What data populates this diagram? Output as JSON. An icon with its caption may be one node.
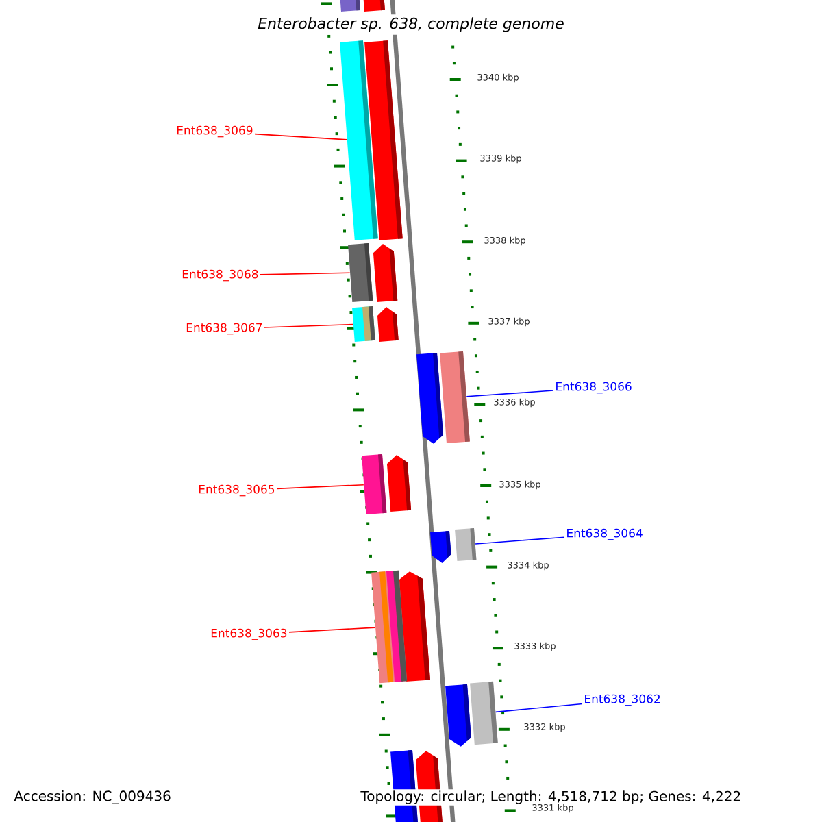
{
  "diagram": {
    "title": "Enterobacter sp. 638, complete genome",
    "nodes": [
      {
        "text": [
          "Ent638_3069"
        ]
      },
      {
        "text": [],
        "shape": "bar"
      },
      {
        "text": [
          "Ent638_3068"
        ]
      },
      {
        "text": [],
        "shape": "bar"
      },
      {
        "text": [
          "Ent638_3067"
        ]
      },
      {
        "text": [],
        "shape": "bar"
      },
      {
        "text": [
          "Ent638_3066"
        ]
      },
      {
        "text": [],
        "shape": "bar"
      },
      {
        "text": [
          "Ent638_3065"
        ]
      },
      {
        "text": [],
        "shape": "bar"
      },
      {
        "text": [
          "Ent638_3064"
        ]
      },
      {
        "text": [],
        "shape": "bar"
      },
      {
        "text": [
          "Ent638_3063"
        ]
      },
      {
        "text": [],
        "shape": "bar"
      },
      {
        "text": [
          "Ent638_3062"
        ]
      },
      {
        "text": [],
        "shape": "bar"
      }
    ],
    "edges": [
      {
        "from": 0,
        "to": 1,
        "arrow": "none"
      },
      {
        "from": 2,
        "to": 3,
        "arrow": "none"
      },
      {
        "from": 4,
        "to": 5,
        "arrow": "none"
      },
      {
        "from": 6,
        "to": 7,
        "arrow": "none",
        "color": "#0000ff"
      },
      {
        "from": 8,
        "to": 9,
        "arrow": "none"
      },
      {
        "from": 10,
        "to": 11,
        "arrow": "none",
        "color": "#0000ff"
      },
      {
        "from": 12,
        "to": 13,
        "arrow": "none"
      },
      {
        "from": 14,
        "to": 15,
        "arrow": "none",
        "color": "#0000ff"
      }
    ],
    "labels": [
      "3340 kbp",
      "3339 kbp",
      "3338 kbp",
      "3337 kbp",
      "3336 kbp",
      "3335 kbp",
      "3334 kbp",
      "3333 kbp",
      "3332 kbp",
      "3331 kbp",
      "Accession: NC_009436",
      "Topology: circular; Length: 4,518,712 bp; Genes: 4,222"
    ]
  }
}
